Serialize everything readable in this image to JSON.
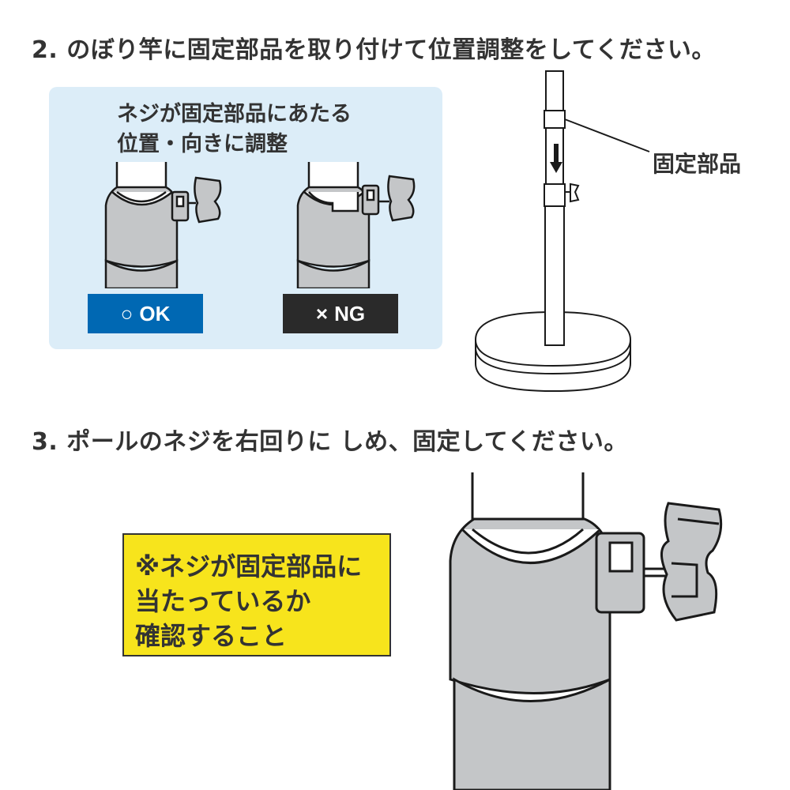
{
  "step2": {
    "title": "2. のぼり竿に固定部品を取り付けて位置調整をしてください。",
    "panel": {
      "caption_line1": "ネジが固定部品にあたる",
      "caption_line2": "位置・向きに調整",
      "ok_badge": {
        "icon": "circle-mark-icon",
        "glyph": "○",
        "label": "OK",
        "color": "#0068b3"
      },
      "ng_badge": {
        "icon": "cross-mark-icon",
        "glyph": "×",
        "label": "NG",
        "color": "#2a2a2a"
      },
      "background": "#dcedf8"
    },
    "diagram": {
      "callout_label": "固定部品",
      "arrow": "down-arrow-icon"
    }
  },
  "step3": {
    "title": "3. ポールのネジを右回りに しめ、固定してください。",
    "note": {
      "line1": "※ネジが固定部品に",
      "line2": "当たっているか",
      "line3": "確認すること",
      "background": "#f7e41c"
    }
  },
  "colors": {
    "text": "#333333",
    "pole_gray": "#c4c6c8",
    "outline": "#1a1a1a"
  }
}
